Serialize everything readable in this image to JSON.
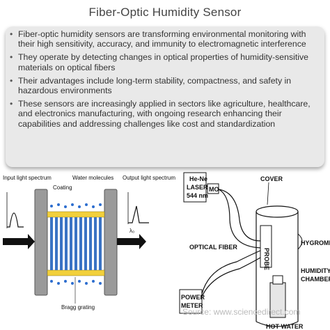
{
  "title": "Fiber-Optic Humidity Sensor",
  "bullets": [
    "Fiber-optic humidity sensors are transforming environmental monitoring with their high sensitivity, accuracy, and immunity to electromagnetic interference",
    "They operate by detecting changes in optical properties of humidity-sensitive materials on optical fibers",
    "Their advantages include long-term stability, compactness, and safety in hazardous environments",
    "These sensors are increasingly applied in sectors like agriculture, healthcare, and electronics manufacturing, with ongoing research enhancing their capabilities and addressing challenges like cost and standardization"
  ],
  "left_diagram": {
    "input_label": "Input light spectrum",
    "coating_label": "Coating",
    "water_label": "Water molecules",
    "output_label": "Output light spectrum",
    "wavelength_label": "λ₀",
    "grating_label": "Bragg grating"
  },
  "right_diagram": {
    "laser_label_1": "He-Ne",
    "laser_label_2": "LASER",
    "laser_label_3": "544 nm",
    "mo_label": "MO",
    "cover_label": "COVER",
    "probe_label": "PROBE",
    "hygrometer_label": "HYGROMETER",
    "fiber_label": "OPTICAL FIBER",
    "chamber_label_1": "HUMIDITY",
    "chamber_label_2": "CHAMBER",
    "power_label_1": "POWER",
    "power_label_2": "METER",
    "water_label": "HOT WATER",
    "watermark": "Source: www.sciencedirect.com"
  },
  "colors": {
    "card_bg": "#e9e9e9",
    "grating_blue": "#3a73c4",
    "coating_yellow": "#f2d03b"
  }
}
